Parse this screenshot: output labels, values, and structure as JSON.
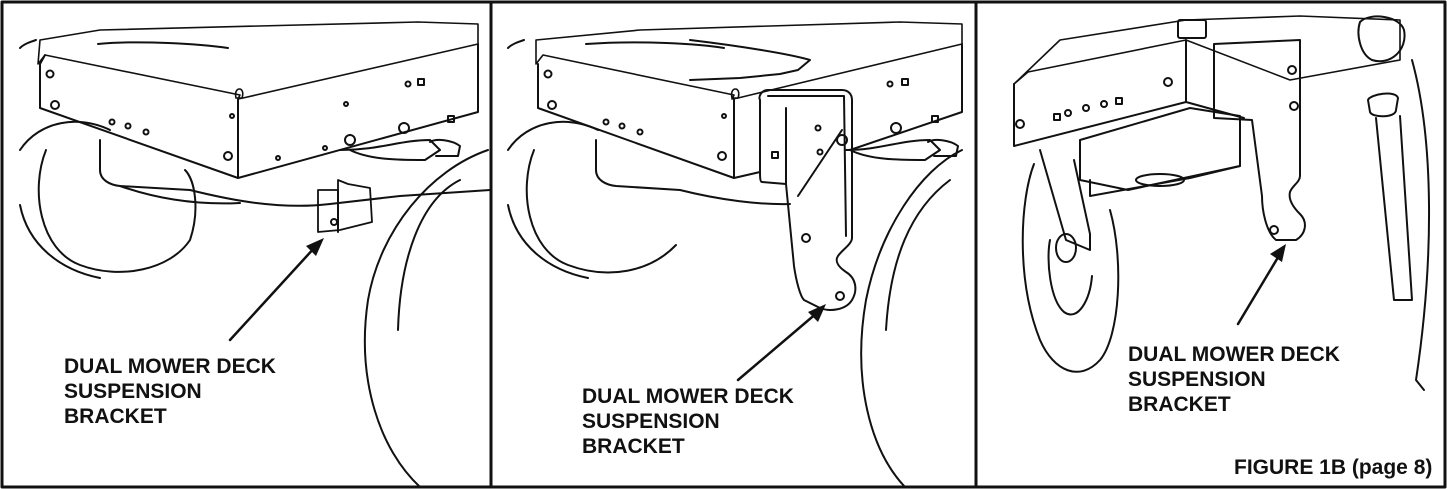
{
  "figure": {
    "caption": "FIGURE 1B (page 8)"
  },
  "panels": [
    {
      "callout_lines": [
        "DUAL MOWER DECK",
        "SUSPENSION",
        "BRACKET"
      ]
    },
    {
      "callout_lines": [
        "DUAL MOWER DECK",
        "SUSPENSION",
        "BRACKET"
      ]
    },
    {
      "callout_lines": [
        "DUAL MOWER DECK",
        "SUSPENSION",
        "BRACKET"
      ]
    }
  ]
}
